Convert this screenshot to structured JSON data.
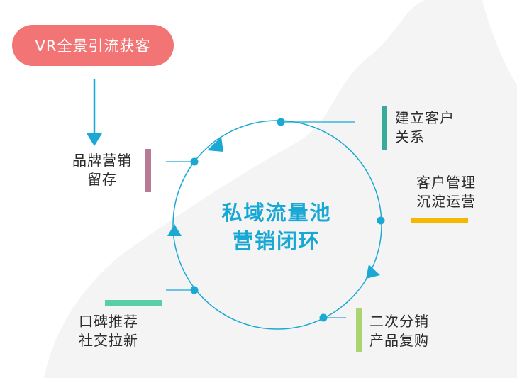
{
  "header": {
    "badge": "VR全景引流获客"
  },
  "center": {
    "line1": "私域流量池",
    "line2": "营销闭环"
  },
  "nodes": [
    {
      "line1": "品牌营销",
      "line2": "留存",
      "accent": "#b77b95"
    },
    {
      "line1": "建立客户",
      "line2": "关系",
      "accent": "#3aab98"
    },
    {
      "line1": "客户管理",
      "line2": "沉淀运营",
      "accent": "#f3b800"
    },
    {
      "line1": "二次分销",
      "line2": "产品复购",
      "accent": "#a9d46f"
    },
    {
      "line1": "口碑推荐",
      "line2": "社交拉新",
      "accent": "#58cfa7"
    }
  ],
  "colors": {
    "circle": "#1ba9d3",
    "badge": "#f27474",
    "text": "#2c2c2c",
    "background_shape": "#f3f3f3"
  }
}
